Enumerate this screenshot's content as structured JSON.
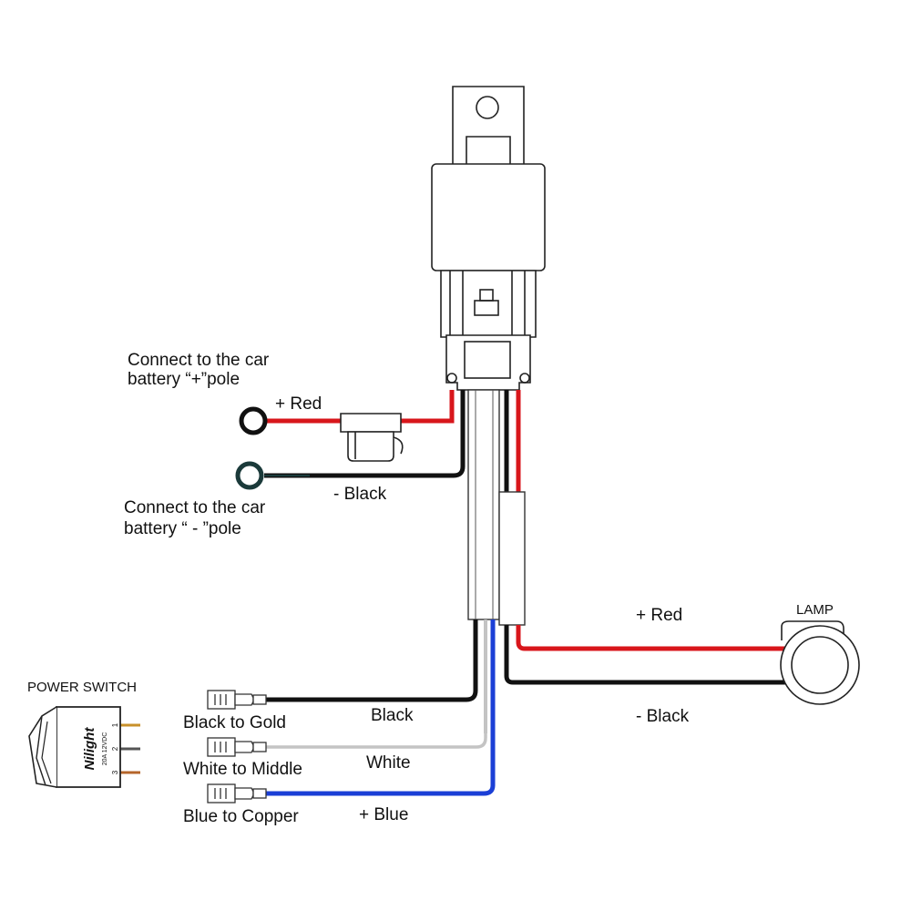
{
  "battery": {
    "positive_label_line1": "Connect to the car",
    "positive_label_line2": "battery “+”pole",
    "negative_label_line1": "Connect to the car",
    "negative_label_line2": "battery “ - ”pole",
    "red_wire": "+ Red",
    "black_wire": "- Black"
  },
  "lamp": {
    "title": "LAMP",
    "red_wire": "+ Red",
    "black_wire": "- Black"
  },
  "switch": {
    "title": "POWER SWITCH",
    "brand": "Nilight",
    "rating": "20A 12VDC",
    "pins": [
      "3",
      "2",
      "1"
    ],
    "connectors": [
      {
        "label": "Black to Gold",
        "wire": "Black"
      },
      {
        "label": "White to Middle",
        "wire": "White"
      },
      {
        "label": "Blue to Copper",
        "wire": "+ Blue"
      }
    ]
  },
  "colors": {
    "red": "#d8161b",
    "black": "#111111",
    "blue": "#1b3fd6",
    "white_wire": "#cfcfcf",
    "gold": "#c8902a",
    "copper": "#b5652a"
  },
  "icons": [
    "relay-icon",
    "fuse-holder-icon",
    "ring-terminal-icon",
    "lamp-icon",
    "rocker-switch-icon",
    "spade-connector-icon"
  ]
}
